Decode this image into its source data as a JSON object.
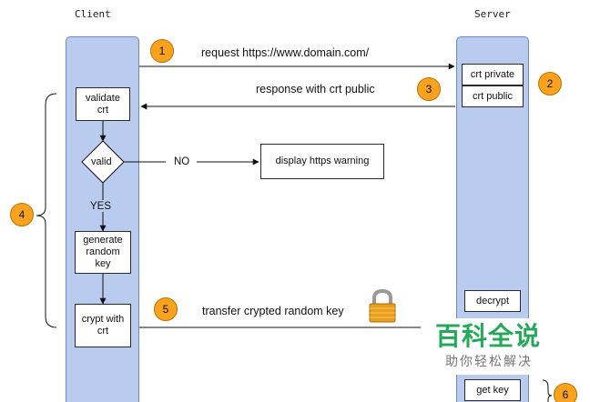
{
  "lanes": {
    "client_label": "Client",
    "server_label": "Server"
  },
  "steps": [
    "1",
    "2",
    "3",
    "4",
    "5",
    "6"
  ],
  "messages": {
    "request": "request https://www.domain.com/",
    "response": "response with crt public",
    "transfer": "transfer crypted random key"
  },
  "server_boxes": {
    "crt_private": "crt private",
    "crt_public": "crt public",
    "decrypt": "decrypt",
    "get_key": "get key"
  },
  "client_boxes": {
    "validate": "validate\ncrt",
    "valid": "valid",
    "generate": "generate\nrandom\nkey",
    "crypt": "crypt with\ncrt"
  },
  "branches": {
    "no": "NO",
    "yes": "YES",
    "warning": "display https warning"
  },
  "watermark": {
    "title": "百科全说",
    "subtitle": "助你轻松解决"
  },
  "colors": {
    "lane_fill": "#b9cbef",
    "lane_border": "#6f87c2",
    "step_fill": "#f8a21d",
    "watermark_green": "#26a85a"
  },
  "icons": {
    "lock": "padlock-icon"
  }
}
